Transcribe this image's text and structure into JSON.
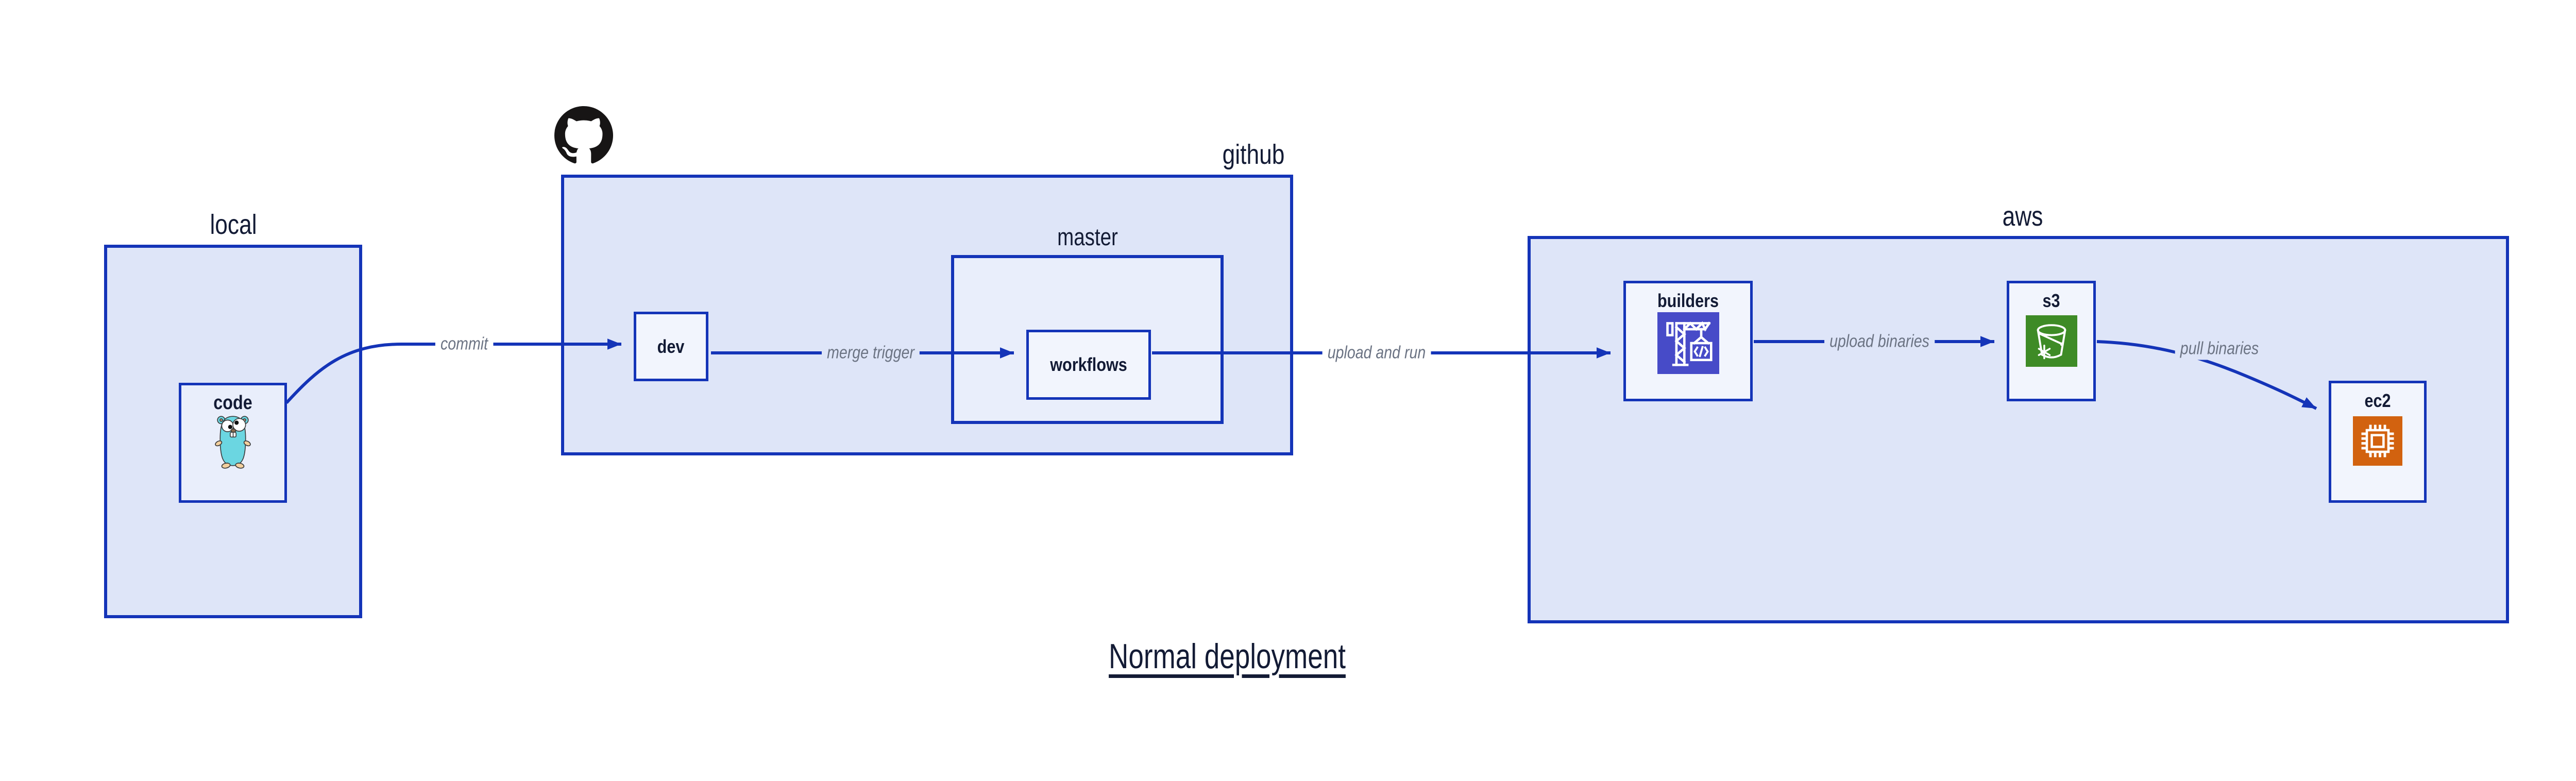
{
  "diagram": {
    "title": "Normal deployment",
    "groups": {
      "local": {
        "label": "local"
      },
      "github": {
        "label": "github",
        "icon": "github-octocat-icon"
      },
      "master": {
        "label": "master"
      },
      "aws": {
        "label": "aws"
      }
    },
    "nodes": {
      "code": {
        "label": "code",
        "icon": "go-gopher-icon"
      },
      "dev": {
        "label": "dev"
      },
      "workflows": {
        "label": "workflows"
      },
      "builders": {
        "label": "builders",
        "icon": "codebuild-crane-icon"
      },
      "s3": {
        "label": "s3",
        "icon": "s3-bucket-icon"
      },
      "ec2": {
        "label": "ec2",
        "icon": "ec2-chip-icon"
      }
    },
    "edges": {
      "commit": {
        "label": "commit"
      },
      "merge_trigger": {
        "label": "merge trigger"
      },
      "upload_and_run": {
        "label": "upload and run"
      },
      "upload_binaries": {
        "label": "upload binaries"
      },
      "pull_binaries": {
        "label": "pull binaries"
      }
    },
    "colors": {
      "border_blue": "#1434b8",
      "arrow_blue": "#1434b8",
      "group_fill": "#dee5f8",
      "mid_fill": "#e9eefb",
      "leaf_fill": "#f2f5fd",
      "label_navy": "#131b35",
      "edge_label_gray": "#6b7383",
      "codebuild_purple": "#474bc8",
      "s3_green": "#3e8b26",
      "ec2_orange": "#d2620f",
      "gopher_teal": "#6bd6e1",
      "octocat_black": "#171515"
    }
  }
}
